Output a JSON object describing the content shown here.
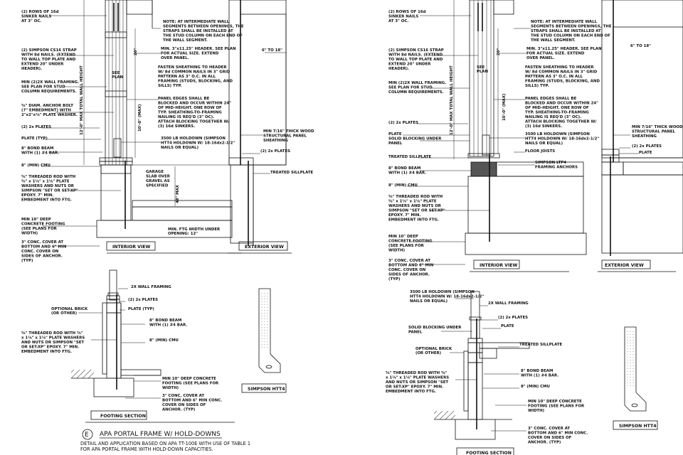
{
  "notes": {
    "sinker": [
      "(2) ROWS OF 16d",
      "SINKER NAILS",
      "AT 3\" OC."
    ],
    "strap": [
      "(2) SIMPSON CS16 STRAP",
      "WITH 8d NAILS. (EXTEND",
      "TO WALL TOP PLATE AND",
      "EXTEND 20\" UNDER",
      "HEADER)."
    ],
    "framing": [
      "MIN (2)2X WALL FRAMING.",
      "SEE PLAN FOR STUD",
      "COLUMN REQUIREMENTS."
    ],
    "anchor": [
      "⅝\" DIAM. ANCHOR BOLT",
      "(7\" EMBEDMENT) WITH",
      "2\"x2\"x⅛\" PLATE WASHER."
    ],
    "plates2": "(2) 2x PLATES",
    "plate_txt": "PLATE (TYP)",
    "solid_blocking": [
      "SOLID BLOCKING UNDER",
      "PANEL"
    ],
    "treated_sillplate": "TREATED SILLPLATE",
    "bond_beam": [
      "8\" BOND BEAM",
      "WITH (1) #4 BAR."
    ],
    "cmu": "8\" (MIN) CMU",
    "threaded_rod": [
      "⅝\" THREADED ROD WITH",
      "⅝\" x 1⅛\" x 1⅛\" PLATE",
      "WASHERS AND NUTS OR",
      "SIMPSON \"SET OR SET-XP\"",
      "EPOXY. 7\" MIN.",
      "EMBEDMENT INTO FTG."
    ],
    "footing": [
      "MIN 10\" DEEP",
      "CONCRETE FOOTING",
      "(SEE PLANS FOR",
      "WIDTH)"
    ],
    "cover": [
      "3\" CONC. COVER AT",
      "BOTTOM AND 6\" MIN",
      "CONC. COVER ON",
      "SIDES OF ANCHOR.",
      "(TYP)"
    ],
    "intermediate": [
      "NOTE: AT INTERMEDIATE WALL",
      "SEGMENTS BETWEEN OPENINGS, THE",
      "STRAPS SHALL BE INSTALLED AT",
      "THE STUD COLUMN ON EACH END OF",
      "THE WALL SEGMENT."
    ],
    "header": [
      "MIN. 3\"x11.25\" HEADER. SEE PLAN",
      "FOR ACTUAL SIZE. EXTEND",
      "OVER PANEL."
    ],
    "fasten": [
      "FASTEN SHEATHING TO HEADER",
      "W/ 8d COMMON NAILS IN 3\" GRID",
      "PATTERN AS 3\" O.C. IN ALL",
      "FRAMING (STUDS, BLOCKING, AND",
      "SILLS) TYP."
    ],
    "panel_edges": [
      "PANEL EDGES SHALL BE",
      "BLOCKED AND OCCUR WITHIN 24\"",
      "OF MID-HEIGHT. ONE ROW OF",
      "TYP. SHEATHING-TO-FRAMING",
      "NAILING IS REQ'D (3\" OC).",
      "ATTACH BLOCKING TOGETHER W/",
      "(3) 16d SINKERS."
    ],
    "holdown": [
      "3500 LB HOLDOWN (SIMPSON",
      "HTT4 HOLDOWN W/ 18-16dx2-1/2\"",
      "NAILS OR EQUAL)"
    ],
    "garage": [
      "GARAGE",
      "SLAB OVER",
      "GRAVEL AS",
      "SPECIFIED"
    ],
    "sheathing": [
      "MIN 7/16\" THICK WOOD",
      "STRUCTURAL PANEL",
      "SHEATHING"
    ],
    "plates_ext": "(2) 2x PLATES",
    "plate_ext": "PLATE",
    "treated_ext": "TREATED SILLPLATE",
    "floor_joists": "FLOOR JOISTS",
    "lt": [
      "SIMPSON LTP4",
      "FRAMING ANCHORS"
    ],
    "six_to_18": "6\" TO 18\"",
    "min_ftg": [
      "MIN. FTG WIDTH UNDER",
      "OPENING: 12\""
    ],
    "see_plan": [
      "SEE",
      "PLAN"
    ],
    "dim_20": "20\"",
    "dim_wall": "12'-0\" MAX TOTAL WALL HEIGHT",
    "dim_10": "10'-0\" (MAX)",
    "dim_48": "48\" MAX",
    "two_x_wall": "2X WALL FRAMING",
    "optional_brick": [
      "OPTIONAL BRICK",
      "(OR OTHER)"
    ],
    "ftg_threaded": [
      "⅝\" THREADED ROD WITH ⅝\"",
      "x 1⅛\" x 1⅛\" PLATE WASHERS",
      "AND NUTS OR SIMPSON \"SET",
      "OR SET-XP\" EPOXY. 7\" MIN.",
      "EMBEDMENT INTO FTG."
    ],
    "ftg_footing": [
      "MIN 10\" DEEP CONCRETE",
      "FOOTING (SEE PLANS FOR",
      "WIDTH)"
    ],
    "ftg_cover": [
      "3\" CONC. COVER AT",
      "BOTTOM AND 6\" MIN CONC.",
      "COVER ON SIDES OF",
      "ANCHOR. (TYP)"
    ]
  },
  "labels": {
    "interior_view": "INTERIOR VIEW",
    "exterior_view": "EXTERIOR VIEW",
    "footing_section": "FOOTING SECTION",
    "simpson": "SIMPSON HTT4"
  },
  "title_block": {
    "letter": "E",
    "title": "APA PORTAL FRAME W/ HOLD-DOWNS",
    "line1": "DETAIL AND APPLICATION BASED ON APA TT-100E WITH USE OF TABLE 1",
    "line2": "FOR APA PORTAL FRAME WITH HOLD-DOWN CAPACITIES."
  }
}
